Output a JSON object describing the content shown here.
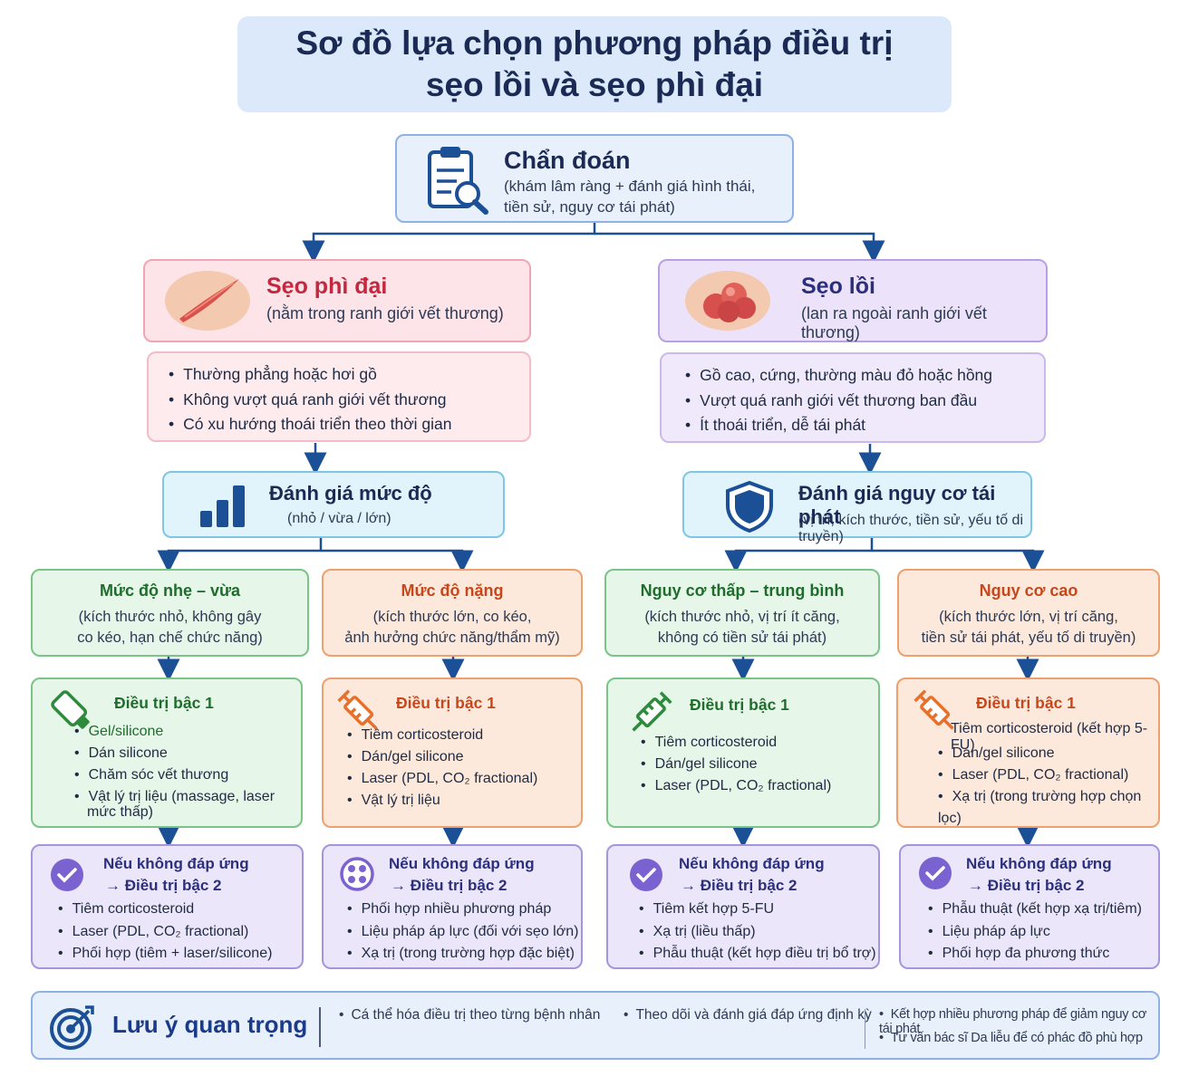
{
  "title": {
    "line1": "Sơ đồ lựa chọn phương pháp điều trị",
    "line2": "sẹo lồi và sẹo phì đại"
  },
  "diagnosis": {
    "title": "Chẩn đoán",
    "line1": "(khám lâm ràng + đánh giá hình thái,",
    "line2": "tiền sử, nguy cơ tái phát)"
  },
  "hypertrophic": {
    "title": "Sẹo phì đại",
    "subtitle": "(nằm trong ranh giới vết thương)",
    "features": [
      "Thường phẳng hoặc hơi gồ",
      "Không vượt quá ranh giới vết thương",
      "Có xu hướng thoái triển theo thời gian"
    ],
    "assess_title": "Đánh giá mức độ",
    "assess_sub": "(nhỏ / vừa / lớn)"
  },
  "keloid": {
    "title": "Sẹo lồi",
    "subtitle": "(lan ra ngoài ranh giới vết thương)",
    "features": [
      "Gồ cao, cứng, thường màu đỏ hoặc hồng",
      "Vượt quá ranh giới vết thương ban đầu",
      "Ít thoái triển, dễ tái phát"
    ],
    "assess_title": "Đánh giá nguy cơ tái phát",
    "assess_sub": "(vị trí, kích thước, tiền sử, yếu tố di truyền)"
  },
  "levels": [
    {
      "title": "Mức độ nhẹ – vừa",
      "line1": "(kích thước nhỏ, không gây",
      "line2": "co kéo, hạn chế chức năng)"
    },
    {
      "title": "Mức độ nặng",
      "line1": "(kích thước lớn, co kéo,",
      "line2": "ảnh hưởng chức năng/thẩm mỹ)"
    },
    {
      "title": "Nguy cơ thấp – trung bình",
      "line1": "(kích thước nhỏ, vị trí ít căng,",
      "line2": "không có tiền sử tái phát)"
    },
    {
      "title": "Nguy cơ cao",
      "line1": "(kích thước lớn, vị trí căng,",
      "line2": "tiền sử tái phát, yếu tố di truyền)"
    }
  ],
  "tier1": {
    "heading": "Điều trị bậc 1",
    "boxes": [
      {
        "items": [
          "Gel/silicone",
          "Dán silicone",
          "Chăm sóc vết thương",
          "Vật lý trị liệu (massage, laser"
        ],
        "extra": "mức thấp)"
      },
      {
        "items": [
          "Tiêm corticosteroid",
          "Dán/gel silicone",
          "Laser (PDL, CO₂ fractional)",
          "Vật lý trị liệu"
        ]
      },
      {
        "items": [
          "Tiêm corticosteroid",
          "Dán/gel silicone",
          "Laser (PDL, CO₂ fractional)"
        ]
      },
      {
        "lead": "Tiêm corticosteroid (kết hợp 5-FU)",
        "items": [
          "Dán/gel silicone",
          "Laser (PDL, CO₂ fractional)",
          "Xạ trị (trong trường hợp chọn lọc)"
        ]
      }
    ]
  },
  "tier2": {
    "line1": "Nếu không đáp ứng",
    "line2": "→ Điều trị bậc 2",
    "boxes": [
      {
        "items": [
          "Tiêm corticosteroid",
          "Laser (PDL, CO₂ fractional)",
          "Phối hợp (tiêm + laser/silicone)"
        ]
      },
      {
        "items": [
          "Phối hợp nhiều phương pháp",
          "Liệu pháp áp lực (đối với sẹo lớn)",
          "Xạ trị (trong trường hợp đặc biệt)"
        ]
      },
      {
        "items": [
          "Tiêm kết hợp 5-FU",
          "Xạ trị (liều thấp)",
          "Phẫu thuật (kết hợp điều trị bổ trợ)"
        ]
      },
      {
        "items": [
          "Phẫu thuật (kết hợp xạ trị/tiêm)",
          "Liệu pháp áp lực",
          "Phối hợp đa phương thức"
        ]
      }
    ]
  },
  "notes": {
    "title": "Lưu ý quan trọng",
    "n1": "Cá thể hóa điều trị theo từng bệnh nhân",
    "n2": "Theo dõi và đánh giá đáp ứng định kỳ",
    "n3": "Kết hợp nhiều phương pháp để giảm nguy cơ tái phát",
    "n4": "Tư vấn bác sĩ Da liễu để có phác đồ phù hợp"
  },
  "colors": {
    "navy": "#1b4f96",
    "green": "#2e8b3e",
    "orange": "#e8702a",
    "purple": "#7a63d0"
  },
  "icons": [
    "clipboard-search-icon",
    "scar-icon",
    "keloid-icon",
    "bar-chart-icon",
    "shield-icon",
    "silicone-tube-icon",
    "syringe-icon",
    "check-icon",
    "target-icon"
  ]
}
